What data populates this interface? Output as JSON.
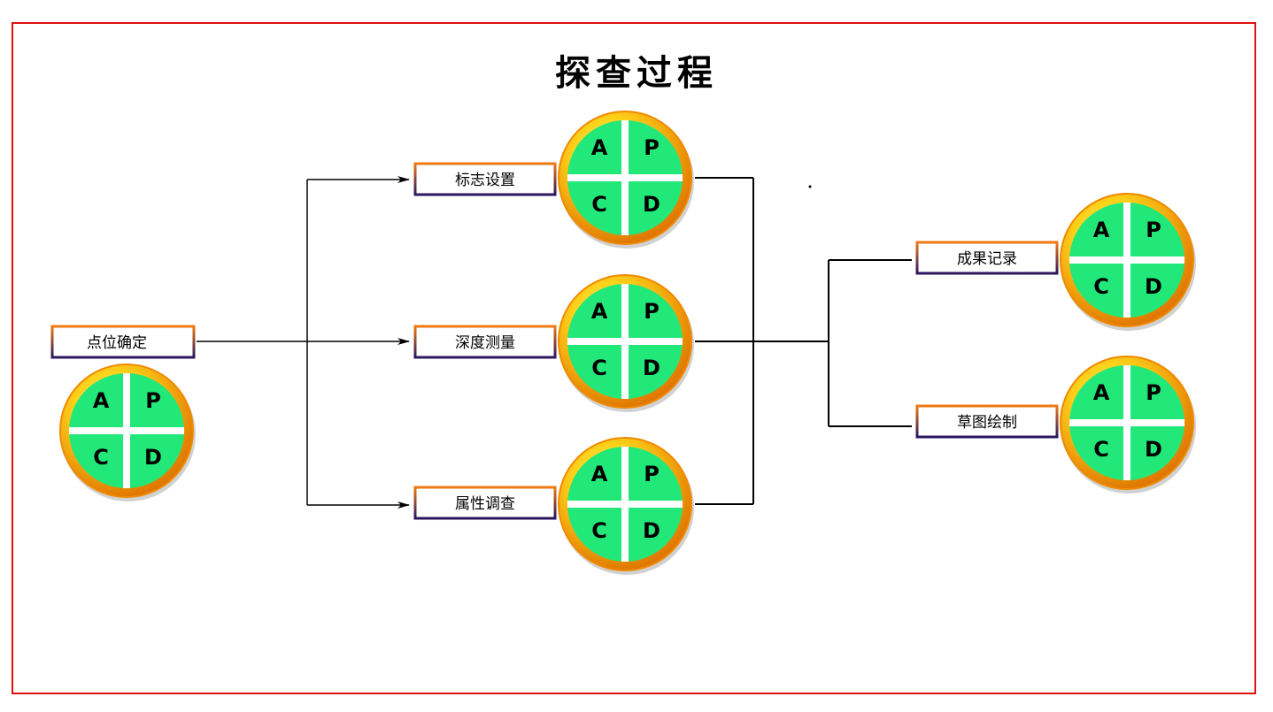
{
  "title": "探查过程",
  "colors": {
    "frame": "#e01010",
    "circle_fill": "#22e87a",
    "ring_outer": "#f08a00",
    "ring_inner": "#ffe033",
    "label_border_top": "#f07a10",
    "label_border_bottom": "#2a1660"
  },
  "cycle_letters": {
    "a": "A",
    "p": "P",
    "c": "C",
    "d": "D"
  },
  "steps": {
    "locate": {
      "label": "点位确定"
    },
    "marker": {
      "label": "标志设置"
    },
    "depth": {
      "label": "深度测量"
    },
    "attribute": {
      "label": "属性调查"
    },
    "record": {
      "label": "成果记录"
    },
    "sketch": {
      "label": "草图绘制"
    }
  }
}
